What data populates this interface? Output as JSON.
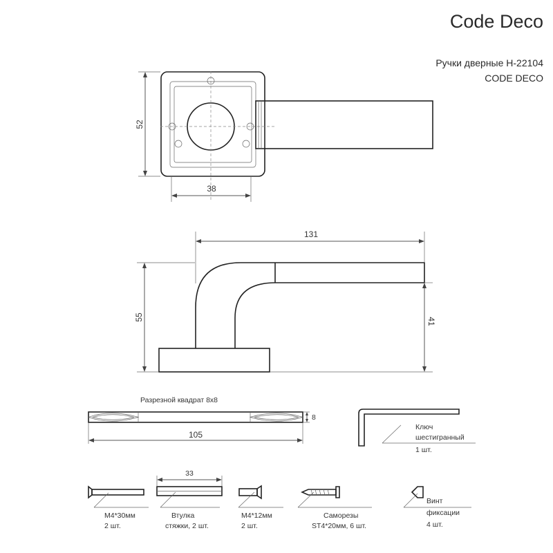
{
  "brand": "Code Deco",
  "product": {
    "title": "Ручки дверные Н-22104",
    "subtitle": "CODE DECO"
  },
  "dimensions": {
    "rosette_height": "52",
    "rosette_width": "38",
    "handle_length": "131",
    "handle_height": "55",
    "handle_projection": "41"
  },
  "spindle": {
    "label": "Разрезной квадрат 8x8",
    "size": "8",
    "length": "105"
  },
  "hex_key": {
    "name_line1": "Ключ",
    "name_line2": "шестигранный",
    "qty": "1 шт."
  },
  "bolt_long": {
    "name": "М4*30мм",
    "qty": "2 шт."
  },
  "sleeve": {
    "length": "33",
    "name_line1": "Втулка",
    "name_line2": "стяжки, 2 шт."
  },
  "bolt_short": {
    "name": "М4*12мм",
    "qty": "2 шт."
  },
  "screws": {
    "name": "Саморезы",
    "spec": "ST4*20мм, 6 шт."
  },
  "set_screw": {
    "name_line1": "Винт",
    "name_line2": "фиксации",
    "qty": "4 шт."
  }
}
